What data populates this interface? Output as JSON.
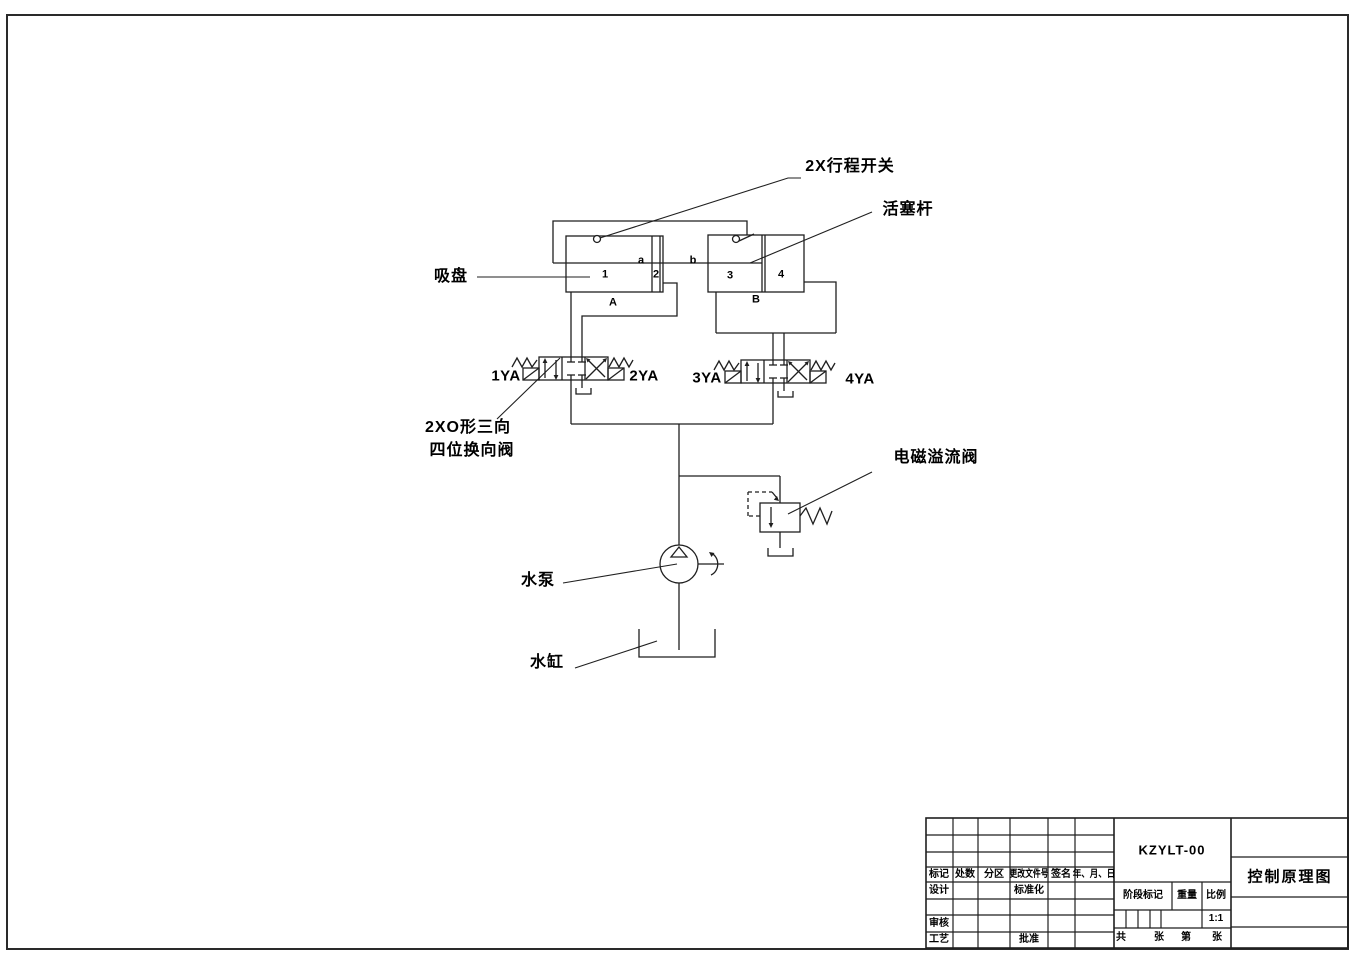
{
  "sheet": {
    "background": "#ffffff",
    "line_color": "#1f1f1f",
    "border_color": "#2a2a2a"
  },
  "schematic": {
    "callouts": {
      "travel_switch": "2X行程开关",
      "piston_rod": "活塞杆",
      "suction_cup": "吸盘",
      "valve_name_line1": "2XO形三向",
      "valve_name_line2": "四位换向阀",
      "relief_valve": "电磁溢流阀",
      "pump": "水泵",
      "tank": "水缸"
    },
    "solenoids": {
      "s1": "1YA",
      "s2": "2YA",
      "s3": "3YA",
      "s4": "4YA"
    },
    "chambers": {
      "c1": "1",
      "c2": "2",
      "c3": "3",
      "c4": "4"
    },
    "cylinders": {
      "a": "A",
      "b": "B"
    },
    "ports": {
      "a": "a",
      "b": "b"
    }
  },
  "title_block": {
    "drawing_no": "KZYLT-00",
    "title": "控制原理图",
    "scale_value": "1:1",
    "headers": {
      "mark": "标记",
      "count": "处数",
      "zone": "分区",
      "change_doc": "更改文件号",
      "signature": "签名",
      "date": "年、月、日"
    },
    "roles": {
      "design": "设计",
      "standardize": "标准化",
      "check": "审核",
      "process": "工艺",
      "approve": "批准"
    },
    "fields": {
      "stage_mark": "阶段标记",
      "weight": "重量",
      "scale": "比例",
      "sheet_total": "共",
      "sheet_unit1": "张",
      "sheet_no": "第",
      "sheet_unit2": "张"
    }
  }
}
